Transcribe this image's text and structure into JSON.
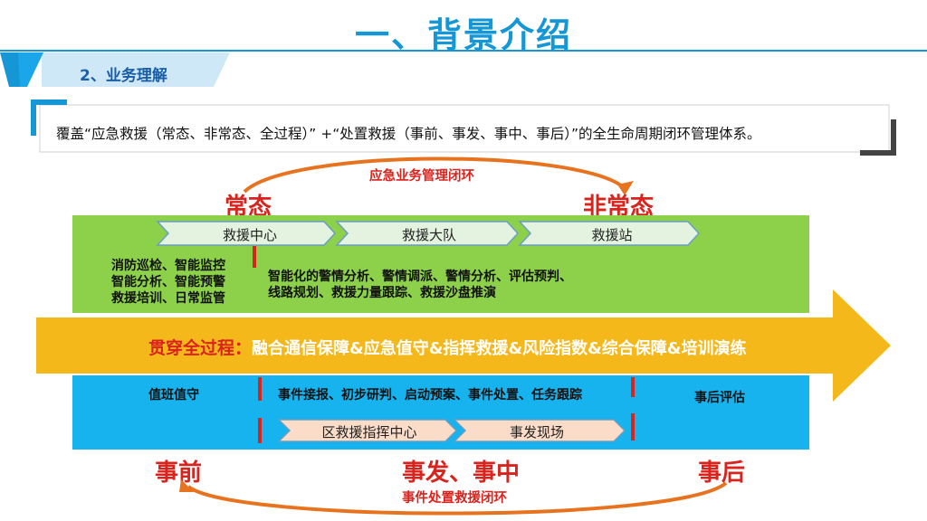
{
  "page": {
    "title": "一、背景介绍",
    "section_label": "2、业务理解",
    "intro_text": "覆盖“应急救援（常态、非常态、全过程）”  +“处置救援（事前、事发、事中、事后）”的全生命周期闭环管理体系。"
  },
  "top_cycle": {
    "label": "应急业务管理闭环",
    "left_state": "常态",
    "right_state": "非常态"
  },
  "green_panel": {
    "chevrons": [
      "救援中心",
      "救援大队",
      "救援站"
    ],
    "left_lines": [
      "消防巡检、智能监控",
      "智能分析、智能预警",
      "救援培训、日常监管"
    ],
    "right_lines": [
      "智能化的警情分析、警情调派、警情分析、评估预判、",
      "线路规划、救援力量跟踪、救援沙盘推演"
    ]
  },
  "main_arrow": {
    "prefix": "贯穿全过程：",
    "text": "融合通信保障&应急值守&指挥救援&风险指数&综合保障&培训演练"
  },
  "blue_panel": {
    "left": "值班值守",
    "middle": "事件接报、初步研判、启动预案、事件处置、任务跟踪",
    "right": "事后评估",
    "chevrons": [
      "区救援指挥中心",
      "事发现场"
    ]
  },
  "phases": {
    "before": "事前",
    "during": "事发、事中",
    "after": "事后",
    "cycle_label": "事件处置救援闭环"
  },
  "colors": {
    "title_blue": "#1597d6",
    "accent_red": "#d9231d",
    "green": "#8dd14b",
    "blue": "#16b3ee",
    "arrow_yellow": "#f5b81a",
    "orange_arc": "#e8731f"
  }
}
